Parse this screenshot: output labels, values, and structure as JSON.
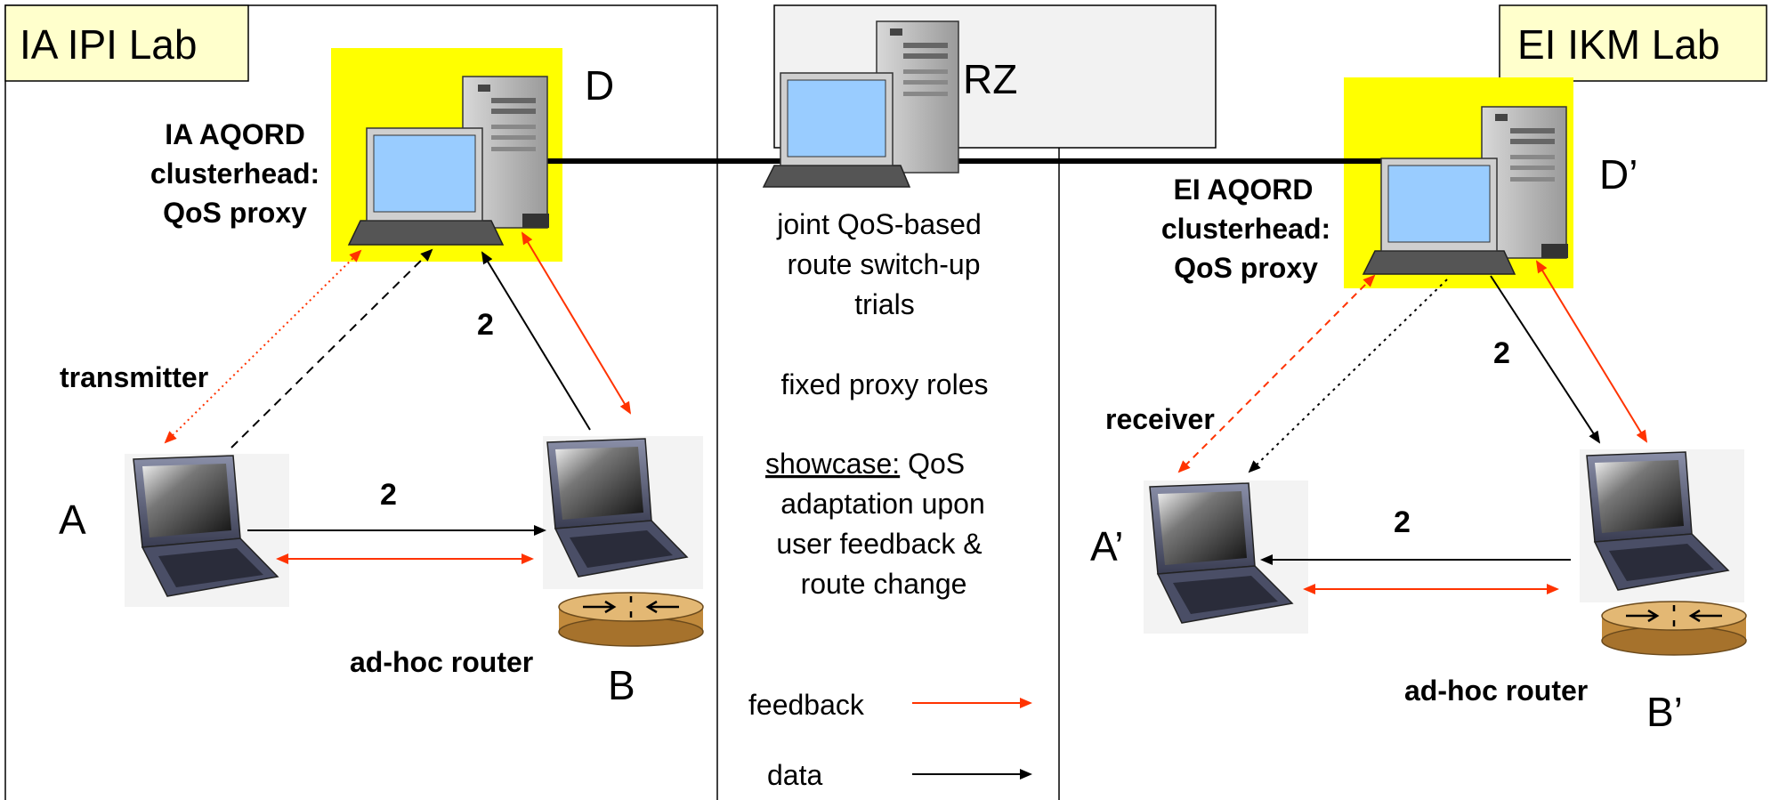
{
  "labs": {
    "left_title": "IA IPI Lab",
    "right_title": "EI IKM Lab",
    "center_title": "RZ"
  },
  "nodes": {
    "D": "D",
    "D_prime": "D’",
    "A": "A",
    "A_prime": "A’",
    "B": "B",
    "B_prime": "B’"
  },
  "left": {
    "clusterhead_lines": [
      "IA AQORD",
      "clusterhead:",
      "QoS proxy"
    ],
    "role": "transmitter",
    "router_label": "ad-hoc router"
  },
  "right": {
    "clusterhead_lines": [
      "EI  AQORD",
      "clusterhead:",
      "QoS proxy"
    ],
    "role": "receiver",
    "router_label": "ad-hoc router"
  },
  "edge_labels": {
    "left_vertical": "2",
    "left_horizontal": "2",
    "right_vertical": "2",
    "right_horizontal": "2"
  },
  "center_text": {
    "trials_lines": [
      "joint QoS-based",
      "route switch-up",
      "trials"
    ],
    "proxy_roles": "fixed proxy roles",
    "showcase_label": "showcase:",
    "showcase_rest_line1": " QoS",
    "showcase_lines": [
      "adaptation upon",
      "user feedback &",
      "route change"
    ]
  },
  "legend": {
    "feedback": "feedback",
    "data": "data"
  },
  "colors": {
    "highlight_yellow": "#ffff00",
    "label_box_fill": "#ffffcc",
    "feedback_red": "#ff3300",
    "data_black": "#000000",
    "router_gold": "#d9a85a",
    "screen_blue": "#99ccff"
  }
}
